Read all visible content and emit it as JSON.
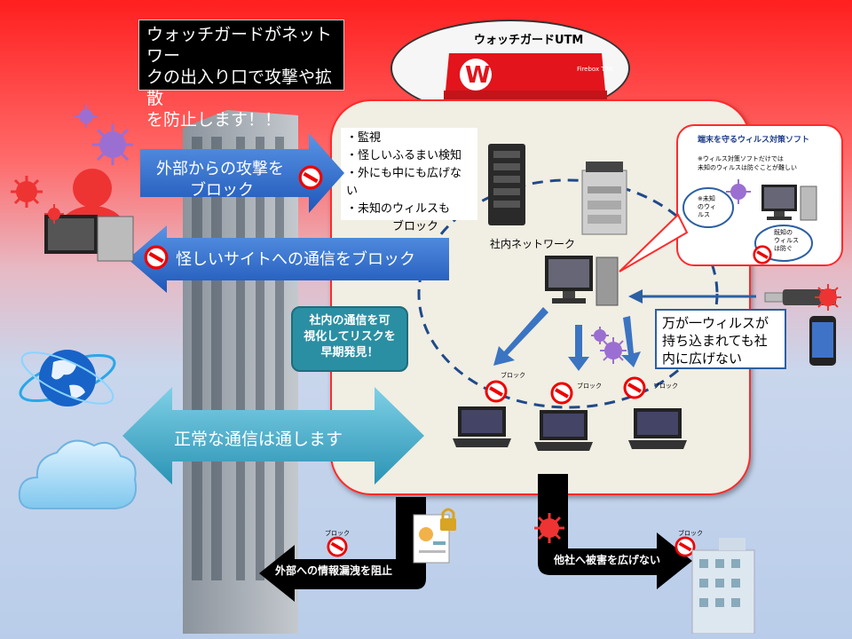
{
  "callout": {
    "lines": [
      "ウォッチガードがネットワー",
      "クの出入り口で攻撃や拡散",
      "を防止します！！"
    ]
  },
  "utm": {
    "title": "ウォッチガードUTM",
    "brand_letter": "W",
    "model": "Firebox T36"
  },
  "features": [
    "・監視",
    "・怪しいふるまい検知",
    "・外にも中にも広げない",
    "・未知のウィルスも",
    "ブロック"
  ],
  "network_label": "社内ネットワーク",
  "arrows": {
    "attack": [
      "外部からの攻撃を",
      "ブロック"
    ],
    "suspicious": "怪しいサイトへの通信をブロック",
    "normal": "正常な通信は通します",
    "leak": "外部への情報漏洩を阻止",
    "damage": "他社へ被害を広げない"
  },
  "teal_box": [
    "社内の通信を可",
    "視化してリスクを",
    "早期発見！"
  ],
  "av_callout": {
    "title": "端末を守るウィルス対策ソフト",
    "note": [
      "※ウィルス対策ソフトだけでは",
      "未知のウィルスは防ぐことが難しい"
    ],
    "bubble_unknown": [
      "※未知",
      "のウィ",
      "ルス"
    ],
    "bubble_known": [
      "既知の",
      "ウィルス",
      "は防ぐ"
    ]
  },
  "virus_box": [
    "万が一ウィルスが",
    "持ち込まれても社",
    "内に広げない"
  ],
  "block_label": "ブロック",
  "colors": {
    "red": "#ff2a2a",
    "blue_arrow": "#2e6fd0",
    "teal": "#2a8fa3",
    "black_arrow": "#000000"
  }
}
